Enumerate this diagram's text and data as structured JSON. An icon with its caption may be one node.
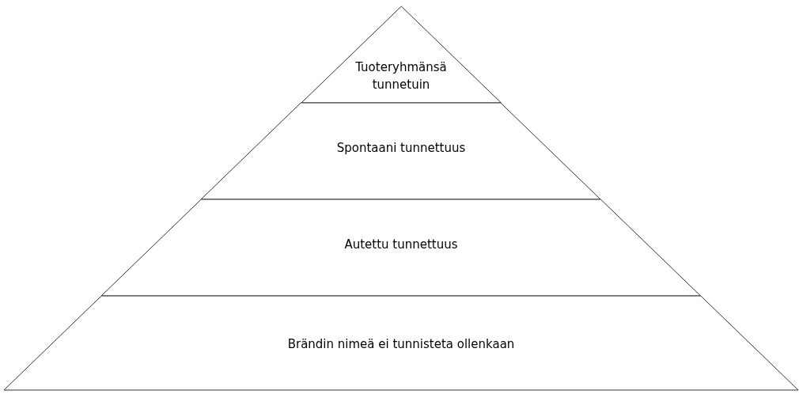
{
  "diagram": {
    "nodes": [
      {
        "text": [
          "Tuoteryhmänsä tunnetuin"
        ]
      },
      {
        "text": [
          "Spontaani tunnettuus"
        ]
      },
      {
        "text": [
          "Autettu tunnettuus"
        ]
      },
      {
        "text": [
          "Brändin nimeä ei tunnisteta ollenkaan"
        ]
      }
    ]
  }
}
